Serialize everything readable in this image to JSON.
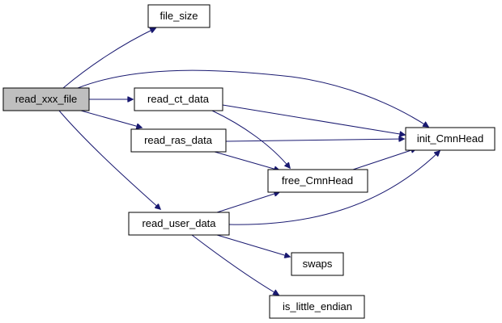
{
  "diagram": {
    "nodes": {
      "read_xxx_file": "read_xxx_file",
      "file_size": "file_size",
      "read_ct_data": "read_ct_data",
      "read_ras_data": "read_ras_data",
      "read_user_data": "read_user_data",
      "init_CmnHead": "init_CmnHead",
      "free_CmnHead": "free_CmnHead",
      "swaps": "swaps",
      "is_little_endian": "is_little_endian"
    },
    "colors": {
      "edge": "#191970",
      "root_fill": "#bfbfbf",
      "node_fill": "#ffffff",
      "node_border": "#000000"
    },
    "edges": [
      [
        "read_xxx_file",
        "file_size"
      ],
      [
        "read_xxx_file",
        "init_CmnHead"
      ],
      [
        "read_xxx_file",
        "read_ct_data"
      ],
      [
        "read_xxx_file",
        "read_ras_data"
      ],
      [
        "read_xxx_file",
        "read_user_data"
      ],
      [
        "read_ct_data",
        "init_CmnHead"
      ],
      [
        "read_ct_data",
        "free_CmnHead"
      ],
      [
        "read_ras_data",
        "init_CmnHead"
      ],
      [
        "read_ras_data",
        "free_CmnHead"
      ],
      [
        "read_user_data",
        "free_CmnHead"
      ],
      [
        "read_user_data",
        "init_CmnHead"
      ],
      [
        "read_user_data",
        "swaps"
      ],
      [
        "read_user_data",
        "is_little_endian"
      ],
      [
        "free_CmnHead",
        "init_CmnHead"
      ]
    ]
  }
}
